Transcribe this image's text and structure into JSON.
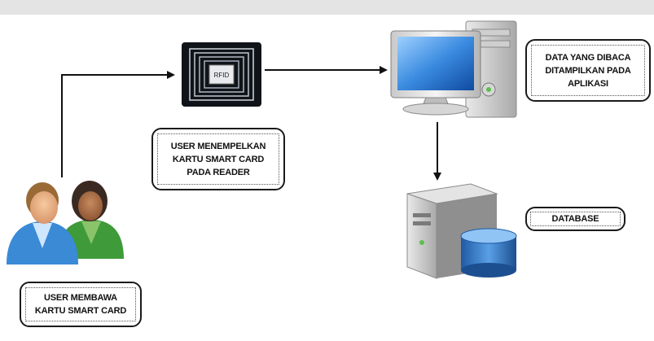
{
  "diagram": {
    "rfid_chip_text": "RFID",
    "labels": {
      "user_carries_card": "USER MEMBAWA KARTU SMART CARD",
      "user_taps_card": "USER MENEMPELKAN KARTU SMART CARD PADA READER",
      "data_displayed": "DATA YANG DIBACA DITAMPILKAN PADA APLIKASI",
      "database": "DATABASE"
    },
    "icons": {
      "users": "users-icon",
      "rfid_reader": "rfid-reader-icon",
      "computer": "desktop-computer-icon",
      "database": "database-server-icon"
    },
    "colors": {
      "arrow": "#111111",
      "box_border": "#1a1a1a",
      "monitor_screen": "#2f7fd0",
      "db_cylinder": "#2d6fb8"
    }
  }
}
